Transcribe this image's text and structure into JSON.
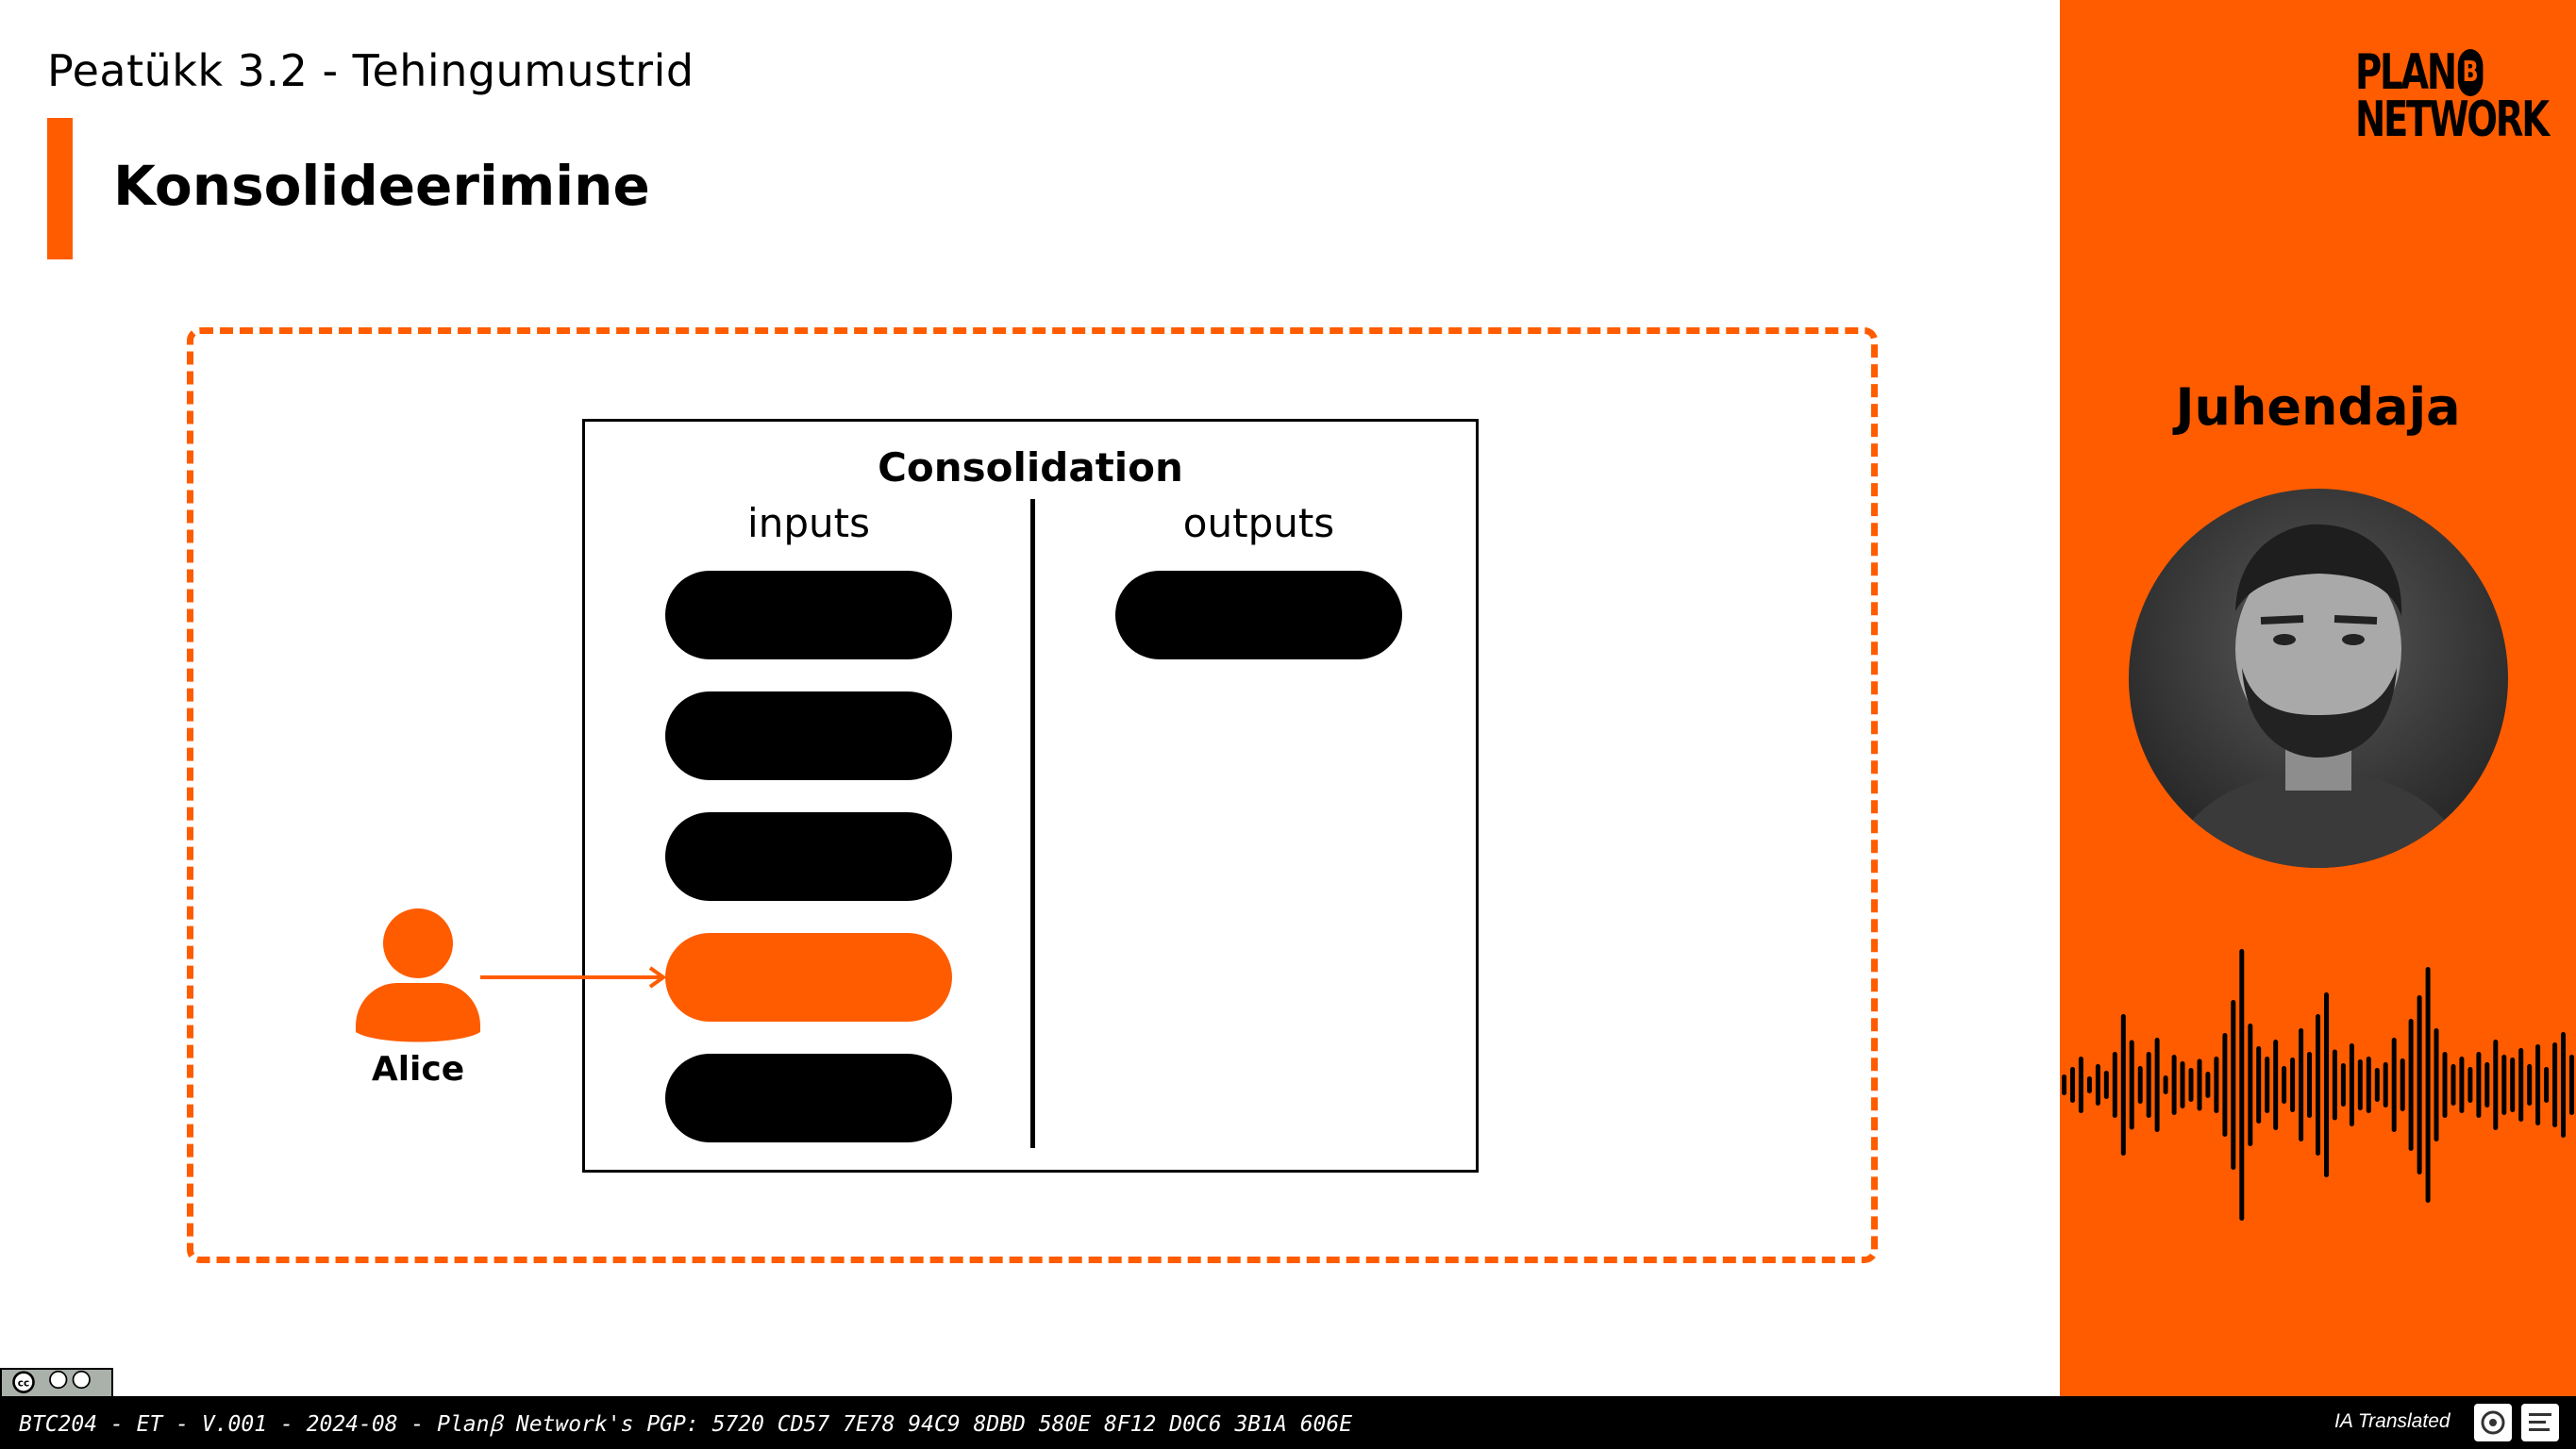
{
  "header": {
    "chapter": "Peatükk 3.2 - Tehingumustrid",
    "title": "Konsolideerimine"
  },
  "diagram": {
    "title": "Consolidation",
    "inputs_label": "inputs",
    "outputs_label": "outputs",
    "input_count": 5,
    "highlighted_input_index": 4,
    "output_count": 1,
    "actor": "Alice"
  },
  "side": {
    "logo_line1": "PLAN",
    "logo_symbol": "B",
    "logo_line2": "NETWORK",
    "instructor_label": "Juhendaja"
  },
  "footer": {
    "text": "BTC204 - ET - V.001 - 2024-08 - Planꞵ Network's PGP: 5720 CD57 7E78 94C9 8DBD 580E 8F12 D0C6 3B1A 606E",
    "ia_label": "IA Translated"
  },
  "colors": {
    "accent": "#ff5c00",
    "text": "#000000",
    "background": "#ffffff"
  },
  "icons": [
    "person-icon",
    "arrow-right-icon",
    "creative-commons-icon",
    "openai-icon",
    "lab-icon"
  ]
}
